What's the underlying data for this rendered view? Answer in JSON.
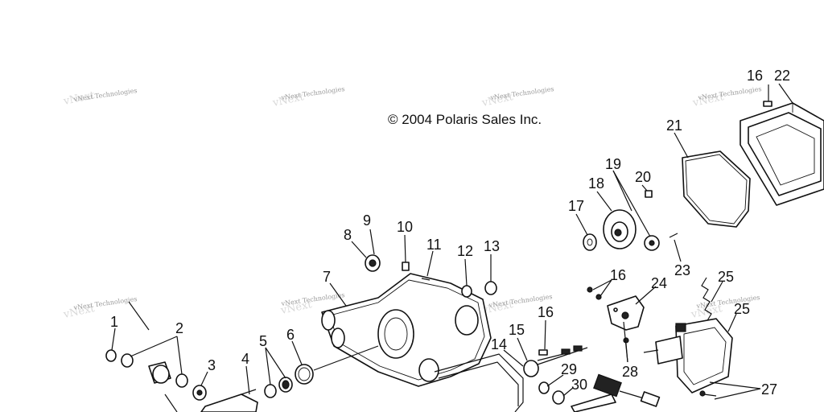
{
  "copyright": "© 2004 Polaris Sales Inc.",
  "watermark": "vNext Technologies",
  "callouts": [
    "1",
    "2",
    "3",
    "4",
    "5",
    "6",
    "7",
    "8",
    "9",
    "10",
    "11",
    "12",
    "13",
    "14",
    "15",
    "16",
    "16",
    "16",
    "17",
    "18",
    "19",
    "20",
    "21",
    "22",
    "23",
    "24",
    "25",
    "25",
    "27",
    "28",
    "29",
    "30"
  ]
}
